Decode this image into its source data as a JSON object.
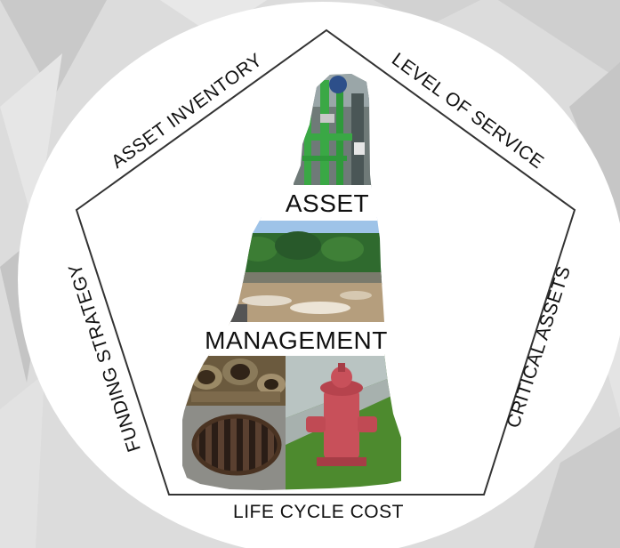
{
  "diagram": {
    "labels": {
      "top_left": "ASSET INVENTORY",
      "top_right": "LEVEL OF SERVICE",
      "right": "CRITICAL ASSETS",
      "bottom": "LIFE CYCLE COST",
      "left": "FUNDING STRATEGY"
    },
    "center_title": {
      "line1": "ASSET",
      "line2": "MANAGEMENT"
    }
  },
  "colors": {
    "background": "#d8d8d8",
    "circle": "#ffffff",
    "pentagon_stroke": "#333333",
    "pipe_green": "#3aa845",
    "hydrant_red": "#c8505a",
    "grass_green": "#4d8a2e"
  },
  "icons": [
    "geometric-background-pattern",
    "new-hampshire-state-outline",
    "green-pipes-photo",
    "water-treatment-basin-photo",
    "pipes-pile-photo",
    "storm-drain-grate-photo",
    "fire-hydrant-photo"
  ]
}
